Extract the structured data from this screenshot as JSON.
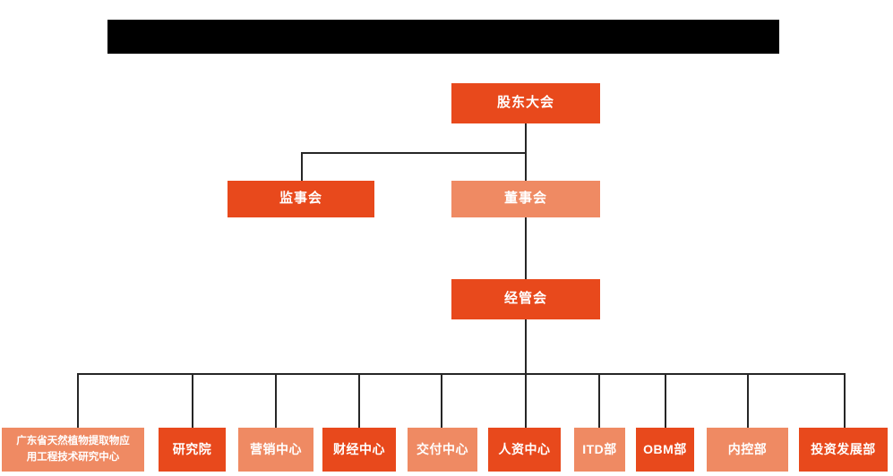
{
  "chart": {
    "type": "org-chart",
    "title_redacted": true,
    "colors": {
      "dark_orange": "#E8491C",
      "light_salmon": "#EF8A63",
      "connector": "#262626",
      "redaction": "#000000",
      "background": "#FFFFFF",
      "text": "#FFFFFF"
    }
  },
  "redaction": {
    "label": ""
  },
  "levels": {
    "level1": {
      "shareholders_meeting": {
        "label": "股东大会",
        "tone": "dark"
      }
    },
    "level2": {
      "board_of_supervisors": {
        "label": "监事会",
        "tone": "dark"
      },
      "board_of_directors": {
        "label": "董事会",
        "tone": "light"
      }
    },
    "level3": {
      "management_committee": {
        "label": "经管会",
        "tone": "dark"
      }
    }
  },
  "departments": [
    {
      "label_line1": "广东省天然植物提取物应",
      "label_line2": "用工程技术研究中心",
      "tone": "light"
    },
    {
      "label": "研究院",
      "tone": "dark"
    },
    {
      "label": "营销中心",
      "tone": "light"
    },
    {
      "label": "财经中心",
      "tone": "dark"
    },
    {
      "label": "交付中心",
      "tone": "light"
    },
    {
      "label": "人资中心",
      "tone": "dark"
    },
    {
      "label": "ITD部",
      "tone": "light"
    },
    {
      "label": "OBM部",
      "tone": "dark"
    },
    {
      "label": "内控部",
      "tone": "light"
    },
    {
      "label": "投资发展部",
      "tone": "dark"
    }
  ]
}
